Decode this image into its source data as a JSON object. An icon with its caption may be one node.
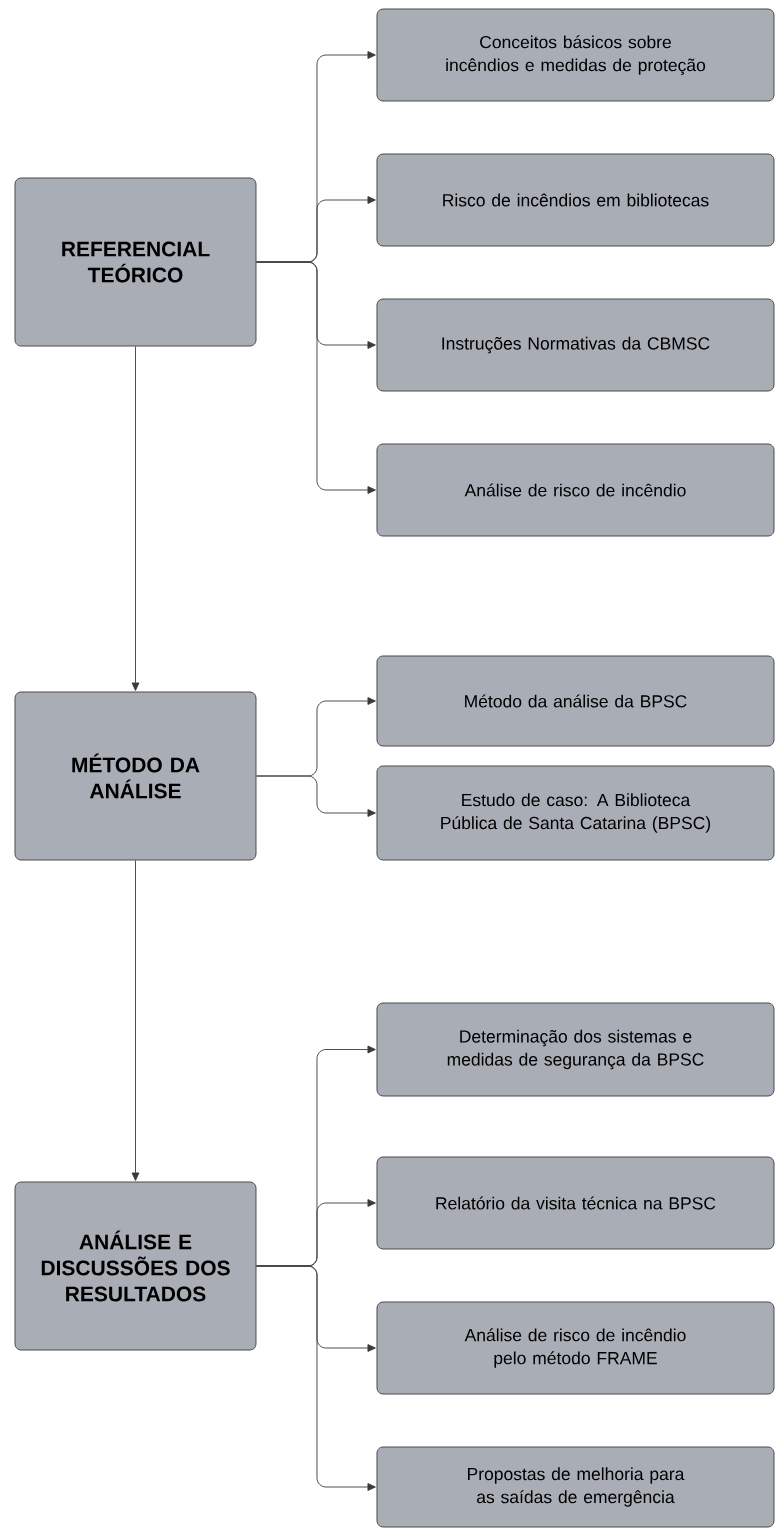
{
  "diagram": {
    "nodes": [
      {
        "text": [
          "REFERENCIAL TEÓRICO"
        ]
      },
      {
        "text": [
          "Conceitos básicos sobre incêndios e medidas de proteção"
        ]
      },
      {
        "text": [
          "Risco de incêndios em bibliotecas"
        ]
      },
      {
        "text": [
          "Instruções Normativas da CBMSC"
        ]
      },
      {
        "text": [
          "Análise de risco de incêndio"
        ]
      },
      {
        "text": [
          "MÉTODO DA ANÁLISE"
        ]
      },
      {
        "text": [
          "Método da análise da BPSC"
        ]
      },
      {
        "text": [
          "Estudo de caso: A Biblioteca Pública de Santa Catarina (BPSC)"
        ]
      },
      {
        "text": [
          "ANÁLISE E DISCUSSÕES DOS RESULTADOS"
        ]
      },
      {
        "text": [
          "Determinação dos sistemas e medidas de segurança da BPSC"
        ]
      },
      {
        "text": [
          "Relatório da visita técnica na BPSC"
        ]
      },
      {
        "text": [
          "Análise de risco de incêndio pelo método FRAME"
        ]
      },
      {
        "text": [
          "Propostas de melhoria para as saídas de emergência"
        ]
      }
    ],
    "edges": [
      {
        "from": 0,
        "to": 1,
        "arrow": "to"
      },
      {
        "from": 0,
        "to": 2,
        "arrow": "to"
      },
      {
        "from": 0,
        "to": 3,
        "arrow": "to"
      },
      {
        "from": 0,
        "to": 4,
        "arrow": "to"
      },
      {
        "from": 0,
        "to": 5,
        "arrow": "to"
      },
      {
        "from": 5,
        "to": 6,
        "arrow": "to"
      },
      {
        "from": 5,
        "to": 7,
        "arrow": "to"
      },
      {
        "from": 5,
        "to": 8,
        "arrow": "to"
      },
      {
        "from": 8,
        "to": 9,
        "arrow": "to"
      },
      {
        "from": 8,
        "to": 10,
        "arrow": "to"
      },
      {
        "from": 8,
        "to": 11,
        "arrow": "to"
      },
      {
        "from": 8,
        "to": 12,
        "arrow": "to"
      }
    ]
  }
}
